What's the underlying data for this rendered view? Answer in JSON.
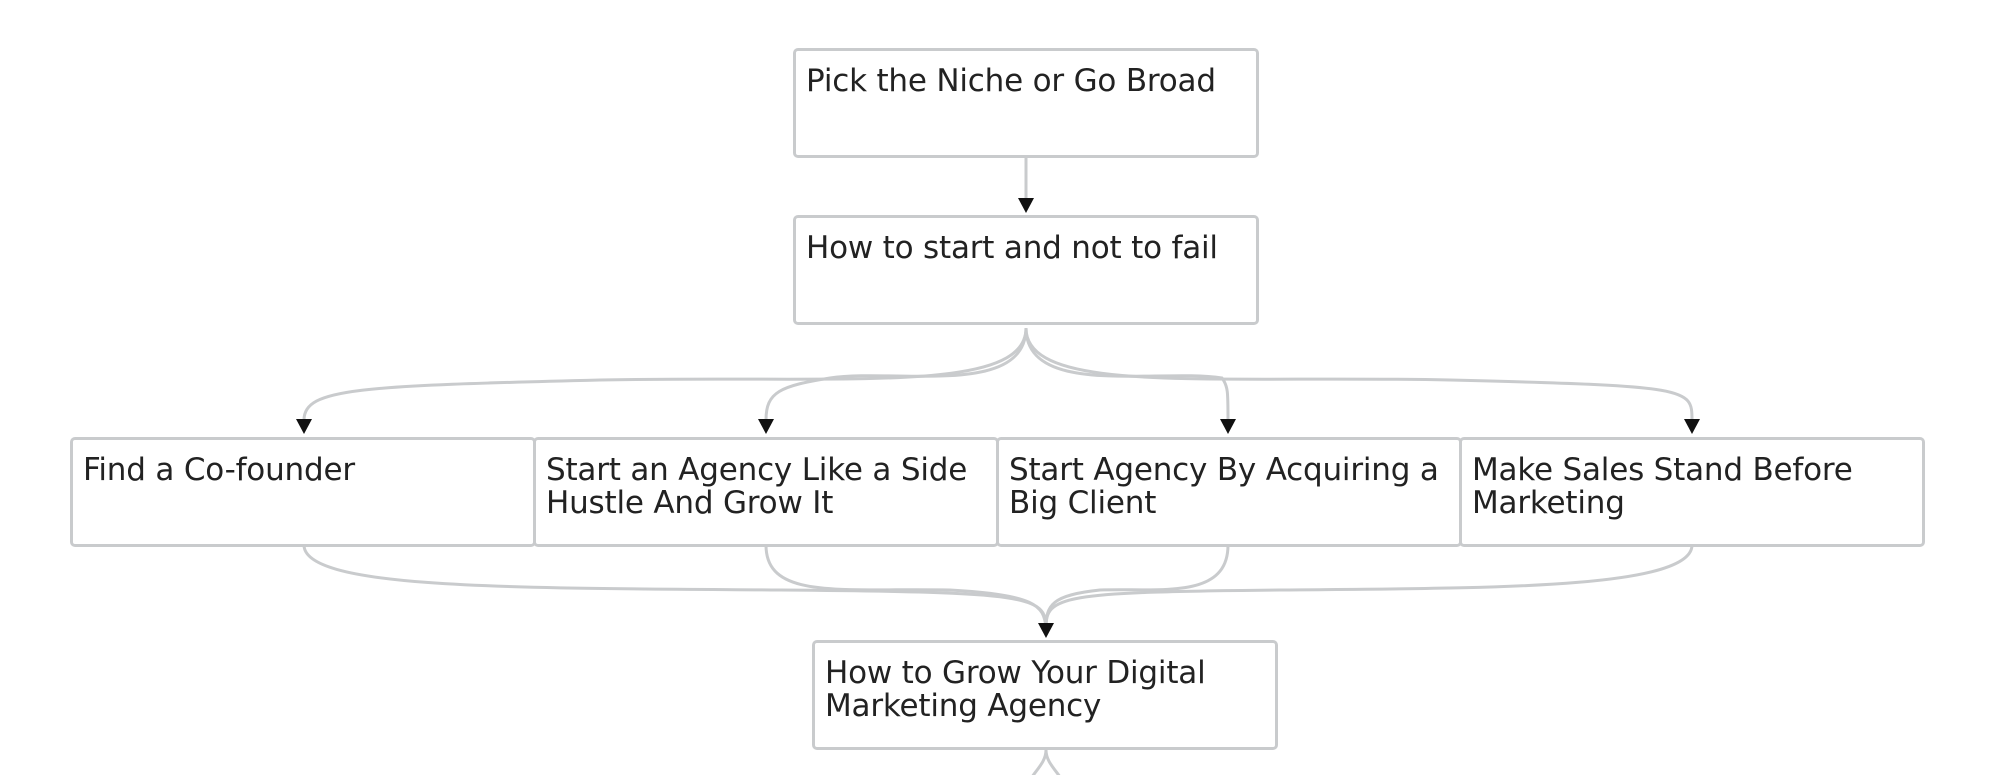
{
  "diagram": {
    "nodes": {
      "niche": {
        "label": "Pick the Niche or Go Broad"
      },
      "start": {
        "label": "How to start and not to fail"
      },
      "cofounder": {
        "label": "Find a Co-founder"
      },
      "side_hustle": {
        "label": "Start an Agency Like a Side Hustle And Grow It"
      },
      "big_client": {
        "label": "Start Agency By Acquiring a Big Client"
      },
      "sales": {
        "label": "Make Sales Stand Before Marketing"
      },
      "grow": {
        "label": "How to Grow Your Digital Marketing Agency"
      }
    }
  },
  "style": {
    "border_color": "#c9cbcd",
    "arrow_color": "#111111",
    "text_color": "#222222"
  }
}
